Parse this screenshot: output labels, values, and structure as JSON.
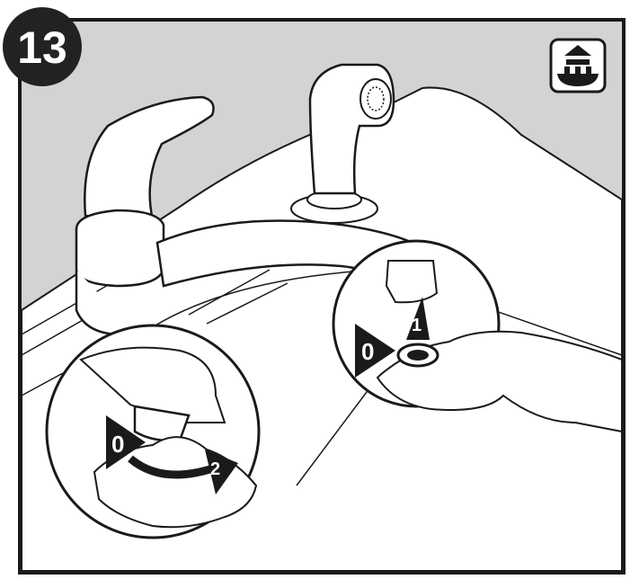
{
  "step": {
    "number": "13"
  },
  "corner_icon": {
    "name": "faucet-on-sink-icon"
  },
  "callouts": {
    "left_start": "0",
    "left_end": "2",
    "right_start": "0",
    "right_next": "1"
  },
  "colors": {
    "background": "#d3d3d3",
    "line": "#1a1a1a",
    "fixture": "#ffffff",
    "badge": "#222222"
  }
}
